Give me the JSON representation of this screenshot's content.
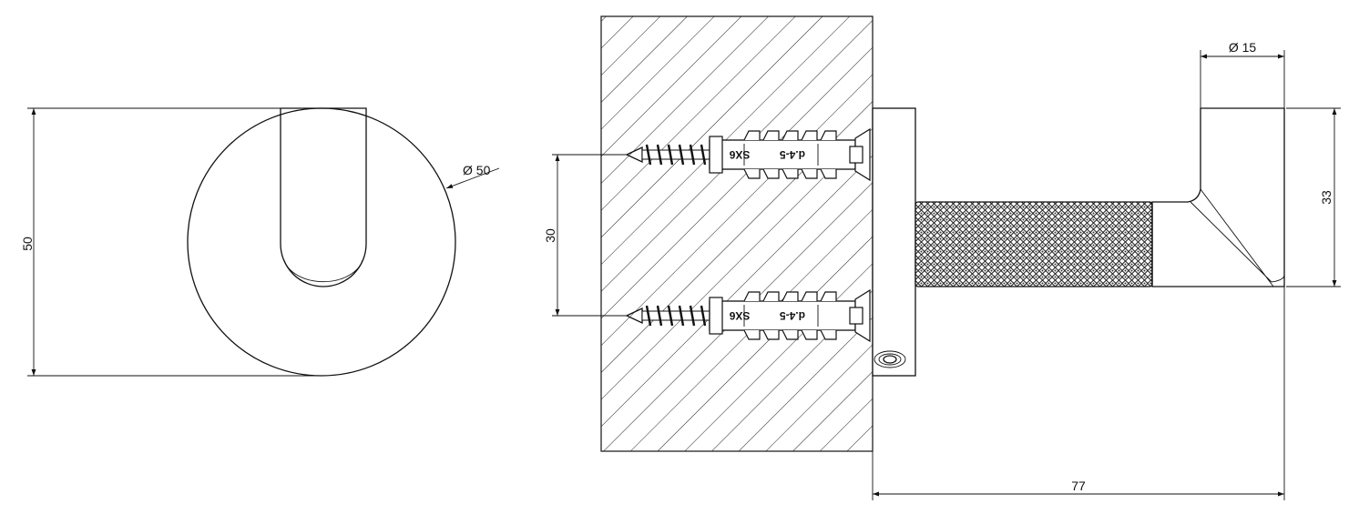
{
  "front_view": {
    "height_dim": "50",
    "diameter_dim": "Ø 50"
  },
  "side_view": {
    "screw_spacing_dim": "30",
    "projection_dim": "77",
    "hook_height_dim": "33",
    "hook_diameter_dim": "Ø 15",
    "screws": [
      {
        "plug_label": "SX6",
        "screw_label": "d.4-5"
      },
      {
        "plug_label": "SX6",
        "screw_label": "d.4-5"
      }
    ]
  }
}
